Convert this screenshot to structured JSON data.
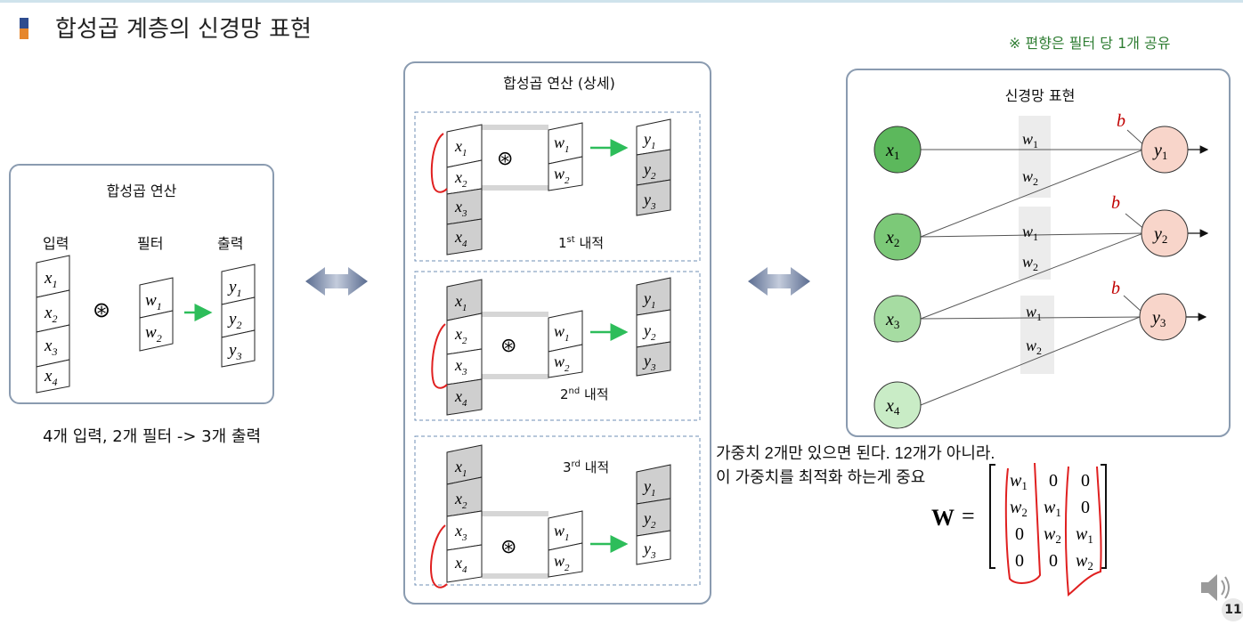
{
  "page": {
    "title": "합성곱 계층의 신경망 표현",
    "note": "※ 편향은 필터 당 1개 공유",
    "page_number": "11"
  },
  "left_panel": {
    "title": "합성곱 연산",
    "input_label": "입력",
    "filter_label": "필터",
    "output_label": "출력",
    "caption": "4개 입력, 2개 필터 -> 3개 출력"
  },
  "mid_panel": {
    "title": "합성곱 연산 (상세)",
    "steps": [
      {
        "ordinal": "1",
        "suffix": "st",
        "text": " 내적"
      },
      {
        "ordinal": "2",
        "suffix": "nd",
        "text": " 내적"
      },
      {
        "ordinal": "3",
        "suffix": "rd",
        "text": " 내적"
      }
    ]
  },
  "right_panel": {
    "title": "신경망 표현",
    "bias_symbol": "b"
  },
  "handwritten_note": {
    "line1": "가중치 2개만 있으면 된다. 12개가 아니라.",
    "line2": "이 가중치를 최적화 하는게 중요"
  },
  "symbols": {
    "x": "x",
    "y": "y",
    "w": "w",
    "conv": "⊛",
    "x_subs": [
      "1",
      "2",
      "3",
      "4"
    ],
    "y_subs": [
      "1",
      "2",
      "3"
    ],
    "w_subs": [
      "1",
      "2"
    ]
  },
  "matrix": {
    "name": "W",
    "equals": "=",
    "rows": [
      [
        {
          "v": "w",
          "s": "1"
        },
        {
          "v": "0",
          "s": ""
        },
        {
          "v": "0",
          "s": ""
        }
      ],
      [
        {
          "v": "w",
          "s": "2"
        },
        {
          "v": "w",
          "s": "1"
        },
        {
          "v": "0",
          "s": ""
        }
      ],
      [
        {
          "v": "0",
          "s": ""
        },
        {
          "v": "w",
          "s": "2"
        },
        {
          "v": "w",
          "s": "1"
        }
      ],
      [
        {
          "v": "0",
          "s": ""
        },
        {
          "v": "0",
          "s": ""
        },
        {
          "v": "w",
          "s": "2"
        }
      ]
    ]
  },
  "colors": {
    "input_node": "#8fd18a",
    "output_node": "#f6c9bd",
    "bias": "#c00000",
    "arrow_green": "#2dbd5a",
    "annotation_red": "#e02020",
    "panel_border": "#8a9bb0"
  }
}
